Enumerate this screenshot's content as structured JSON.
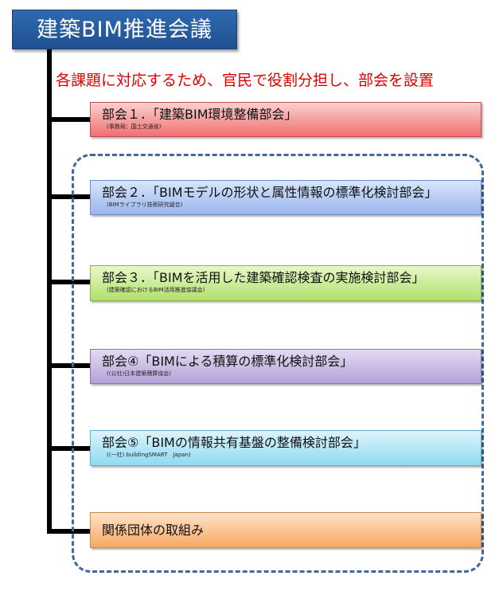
{
  "title": "建築BIM推進会議",
  "subtitle": "各課題に対応するため、官民で役割分担し、部会を設置",
  "committees": [
    {
      "name": "部会１．「建築BIM環境整備部会」",
      "sub": "(事務局：国土交通省)"
    },
    {
      "name": "部会２．「BIMモデルの形状と属性情報の標準化検討部会」",
      "sub": "(BIMライブラリ技術研究組合)"
    },
    {
      "name": "部会３．「BIMを活用した建築確認検査の実施検討部会」",
      "sub": "(建築確認におけるBIM活用推進協議会)"
    },
    {
      "name": "部会④「BIMによる積算の標準化検討部会」",
      "sub": "((公社)日本建築積算協会)"
    },
    {
      "name": "部会⑤「BIMの情報共有基盤の整備検討部会」",
      "sub": "((一社) buildingSMART　Japan)"
    },
    {
      "name": "関係団体の取組み",
      "sub": ""
    }
  ],
  "colors": {
    "title_bg": "#2a5ea3",
    "subtitle_text": "#e00000",
    "dashed_border": "#3e6a9e",
    "box1": "#f4a0a0",
    "box2": "#b6cbf2",
    "box3": "#cdeca0",
    "box4": "#cdbfe6",
    "box5": "#b8e8f8",
    "box6": "#fac494"
  }
}
